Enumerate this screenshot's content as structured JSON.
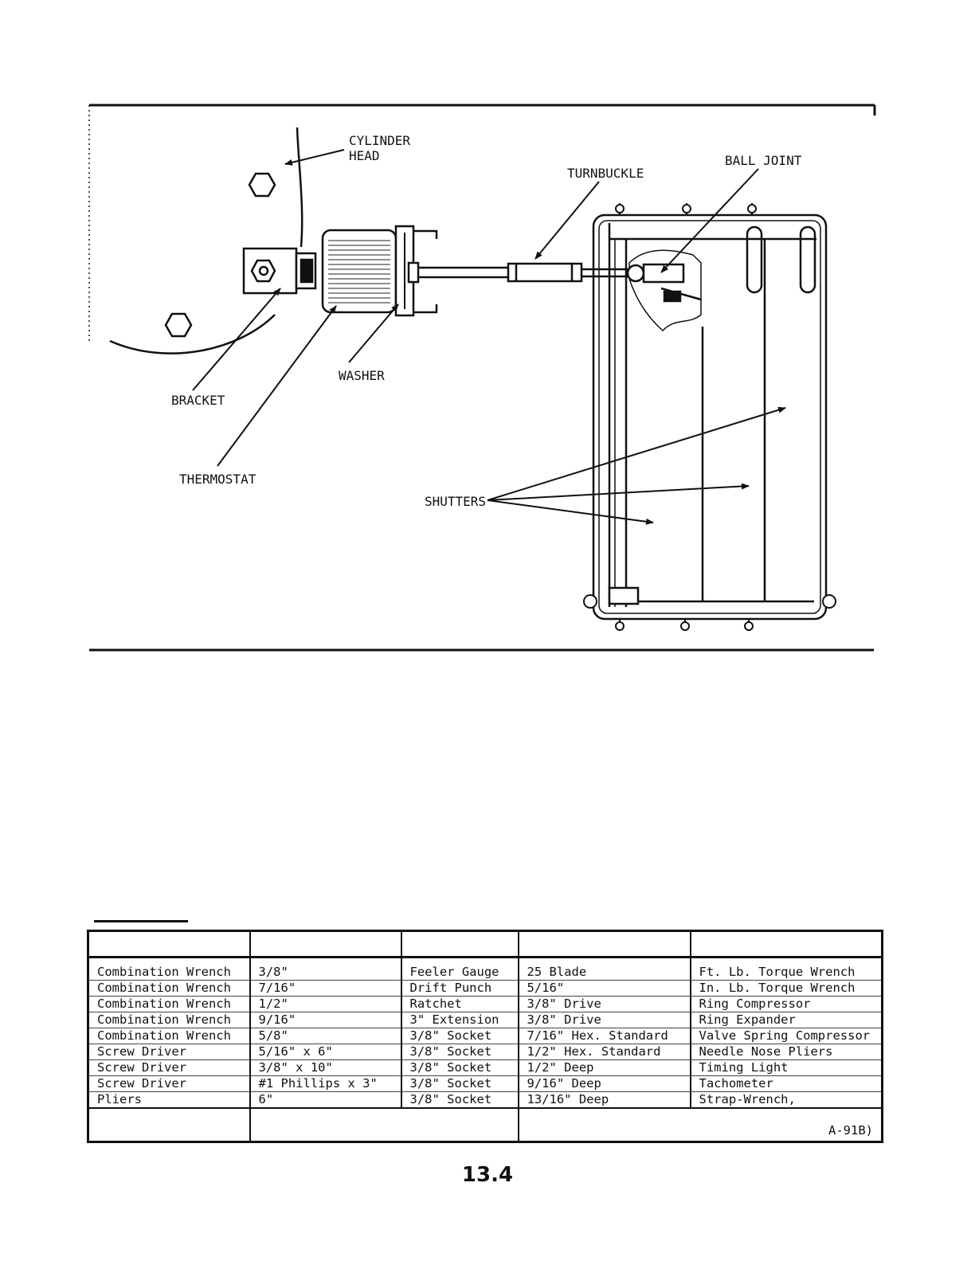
{
  "figure": {
    "labels": {
      "cylinder_head_1": "CYLINDER",
      "cylinder_head_2": "HEAD",
      "turnbuckle": "TURNBUCKLE",
      "ball_joint": "BALL JOINT",
      "washer": "WASHER",
      "bracket": "BRACKET",
      "thermostat": "THERMOSTAT",
      "shutters": "SHUTTERS"
    }
  },
  "tools_table": {
    "header": [
      "",
      "",
      "",
      "",
      ""
    ],
    "rows": [
      [
        "Combination Wrench",
        "3/8\"",
        "Feeler Gauge",
        "25 Blade",
        "Ft. Lb. Torque Wrench"
      ],
      [
        "Combination Wrench",
        "7/16\"",
        "Drift Punch",
        "5/16\"",
        "In. Lb. Torque Wrench"
      ],
      [
        "Combination Wrench",
        "1/2\"",
        "Ratchet",
        "3/8\" Drive",
        "Ring Compressor"
      ],
      [
        "Combination Wrench",
        "9/16\"",
        "3\" Extension",
        "3/8\" Drive",
        "Ring Expander"
      ],
      [
        "Combination Wrench",
        "5/8\"",
        "3/8\" Socket",
        "7/16\" Hex. Standard",
        "Valve Spring Compressor"
      ],
      [
        "Screw Driver",
        "5/16\" x 6\"",
        "3/8\" Socket",
        "1/2\" Hex. Standard",
        "Needle Nose Pliers"
      ],
      [
        "Screw Driver",
        "3/8\" x 10\"",
        "3/8\" Socket",
        "1/2\" Deep",
        "Timing Light"
      ],
      [
        "Screw Driver",
        "#1 Phillips x 3\"",
        "3/8\" Socket",
        "9/16\" Deep",
        "Tachometer"
      ],
      [
        "Pliers",
        "6\"",
        "3/8\" Socket",
        "13/16\" Deep",
        "Strap-Wrench,"
      ]
    ],
    "footer": {
      "left": "",
      "middle": "",
      "right": "A-91B)"
    }
  },
  "page_number": "13.4"
}
